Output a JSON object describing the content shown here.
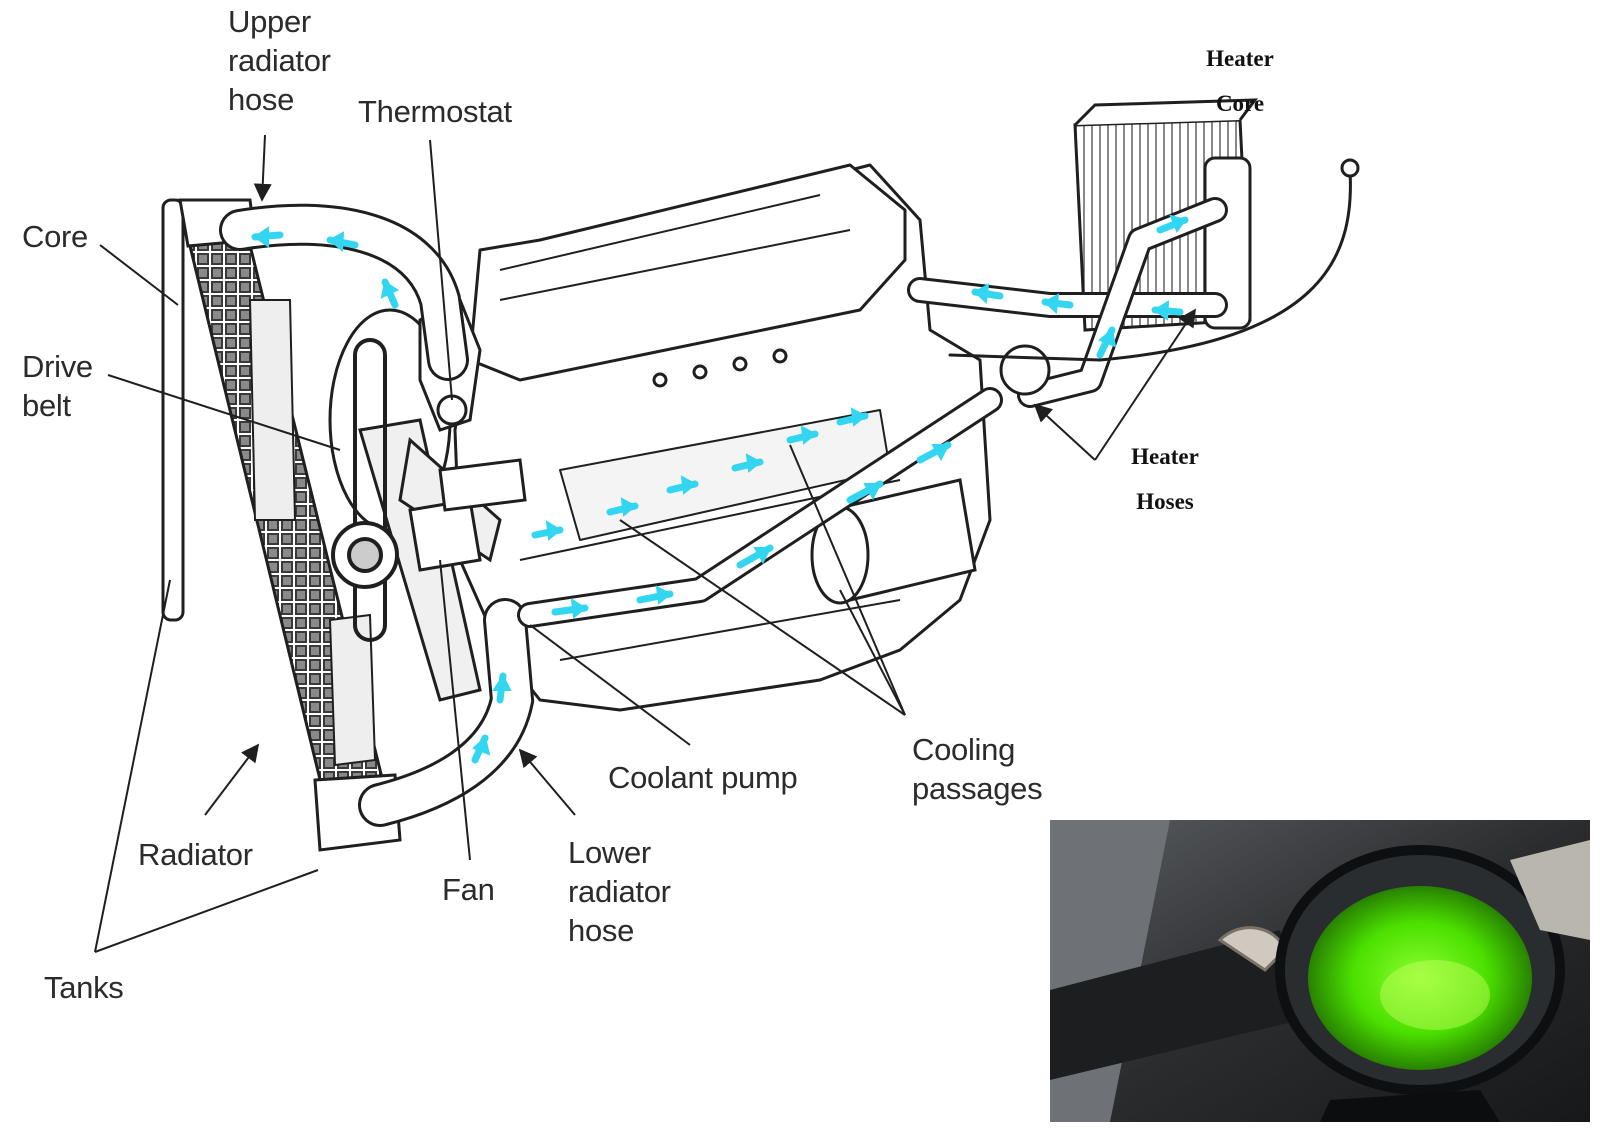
{
  "labels": {
    "upper_radiator_hose": "Upper\nradiator\nhose",
    "thermostat": "Thermostat",
    "core": "Core",
    "drive_belt": "Drive\nbelt",
    "heater_core": "Heater\nCore",
    "heater_hoses": "Heater\nHoses",
    "coolant_pump": "Coolant pump",
    "cooling_passages": "Cooling\npassages",
    "radiator": "Radiator",
    "fan": "Fan",
    "lower_radiator_hose": "Lower\nradiator\nhose",
    "tanks": "Tanks"
  },
  "colors": {
    "coolant_flow": "#33d6f0",
    "line_art": "#1f1f1f",
    "coolant_fluid": "#4be000"
  },
  "photo": {
    "subject": "radiator-filler-neck-with-green-coolant"
  }
}
